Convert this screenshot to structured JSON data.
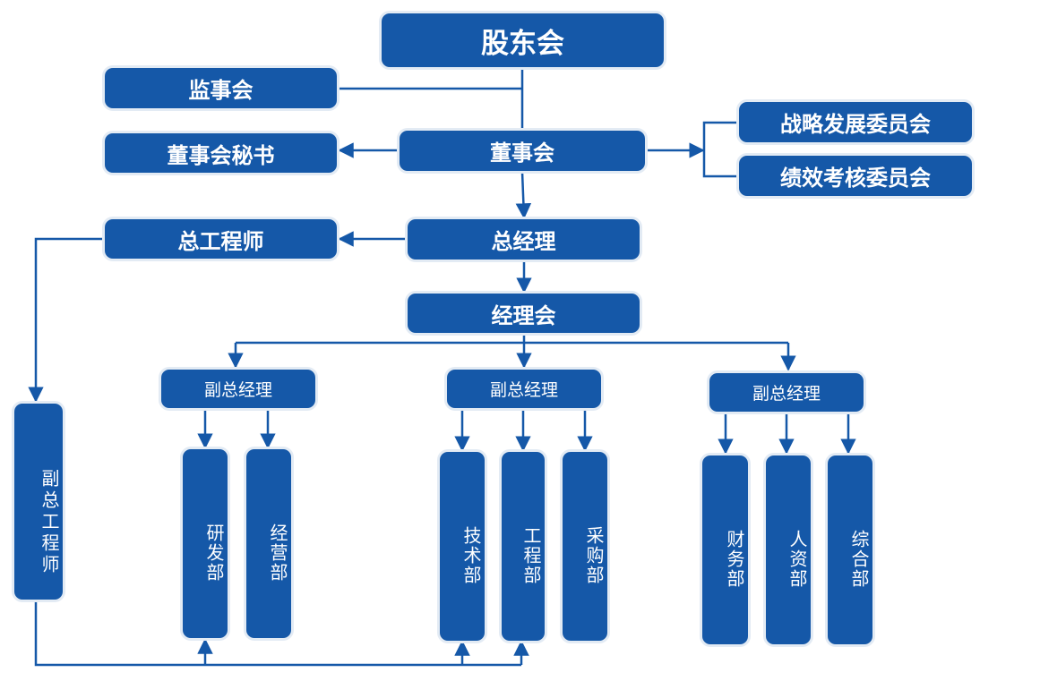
{
  "nodes": {
    "shareholders": "股东会",
    "supervisors": "监事会",
    "board": "董事会",
    "board_secretary": "董事会秘书",
    "strategy_committee": "战略发展委员会",
    "performance_committee": "绩效考核委员会",
    "general_manager": "总经理",
    "chief_engineer": "总工程师",
    "manager_meeting": "经理会",
    "deputy_gm_1": "副总经理",
    "deputy_gm_2": "副总经理",
    "deputy_gm_3": "副总经理",
    "deputy_chief_engineer": "副总工程师"
  },
  "departments": {
    "rd": "研发部",
    "operations": "经营部",
    "technology": "技术部",
    "engineering": "工程部",
    "procurement": "采购部",
    "finance": "财务部",
    "hr": "人资部",
    "general": "综合部"
  },
  "colors": {
    "box": "#1558a8",
    "line": "#1558a8",
    "text": "#ffffff"
  }
}
